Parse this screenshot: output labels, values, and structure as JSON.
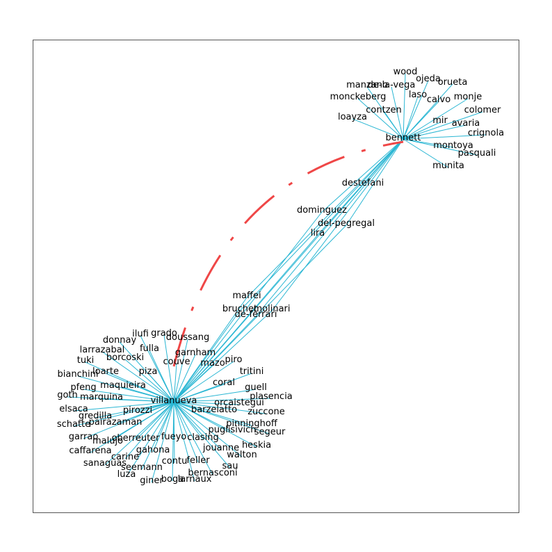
{
  "colors": {
    "edge": "#29b6d3",
    "highlight": "#ef4747",
    "frame": "#555555",
    "label": "#000000"
  },
  "hubs": [
    {
      "id": "villanueva",
      "label": "villanueva",
      "neighbors": [
        "bianchini",
        "goth",
        "elsaca",
        "schatte",
        "garrao",
        "caffarena",
        "sanaguas",
        "luza",
        "giner",
        "boga",
        "larnaux",
        "bernasconi",
        "sau",
        "walton",
        "heskia",
        "segeur",
        "zuccone",
        "plasencia",
        "guell",
        "tritini",
        "piro",
        "mazo",
        "garnham",
        "doussang",
        "grado",
        "ilufi",
        "donnay",
        "larrazabal",
        "tuki",
        "pfeng",
        "marquina",
        "gredilla",
        "pairazaman",
        "malujo",
        "carine",
        "seemann",
        "contu",
        "feller",
        "jouanne",
        "pinninghoff",
        "orcaistegui",
        "coral",
        "couve",
        "fulla",
        "borcoski",
        "loarte",
        "piza",
        "maquieira",
        "pirozzi",
        "oberreuter",
        "gahona",
        "fueyo",
        "clasing",
        "puglisivich",
        "barzelatto",
        "maffei",
        "bruchet",
        "de-ferrari",
        "molinari",
        "lira",
        "del-pegregal",
        "dominguez",
        "destefani"
      ]
    },
    {
      "id": "bennett",
      "label": "bennett",
      "neighbors": [
        "wood",
        "ojeda",
        "orueta",
        "manzano",
        "de-la-vega",
        "laso",
        "calvo",
        "monje",
        "monckeberg",
        "contzen",
        "colomer",
        "loayza",
        "mir",
        "avaria",
        "crignola",
        "montoya",
        "pasquali",
        "munita",
        "destefani",
        "dominguez",
        "del-pegregal",
        "lira",
        "maffei",
        "bruchet",
        "de-ferrari",
        "molinari"
      ]
    }
  ],
  "leaves": [
    {
      "id": "wood",
      "label": "wood"
    },
    {
      "id": "ojeda",
      "label": "ojeda"
    },
    {
      "id": "orueta",
      "label": "orueta"
    },
    {
      "id": "manzano",
      "label": "manzano"
    },
    {
      "id": "de-la-vega",
      "label": "de-la-vega"
    },
    {
      "id": "laso",
      "label": "laso"
    },
    {
      "id": "calvo",
      "label": "calvo"
    },
    {
      "id": "monje",
      "label": "monje"
    },
    {
      "id": "monckeberg",
      "label": "monckeberg"
    },
    {
      "id": "contzen",
      "label": "contzen"
    },
    {
      "id": "colomer",
      "label": "colomer"
    },
    {
      "id": "loayza",
      "label": "loayza"
    },
    {
      "id": "mir",
      "label": "mir"
    },
    {
      "id": "avaria",
      "label": "avaria"
    },
    {
      "id": "crignola",
      "label": "crignola"
    },
    {
      "id": "montoya",
      "label": "montoya"
    },
    {
      "id": "pasquali",
      "label": "pasquali"
    },
    {
      "id": "munita",
      "label": "munita"
    },
    {
      "id": "destefani",
      "label": "destefani"
    },
    {
      "id": "dominguez",
      "label": "dominguez"
    },
    {
      "id": "del-pegregal",
      "label": "del-pegregal"
    },
    {
      "id": "lira",
      "label": "lira"
    },
    {
      "id": "maffei",
      "label": "maffei"
    },
    {
      "id": "bruchet",
      "label": "bruchet"
    },
    {
      "id": "de-ferrari",
      "label": "de-ferrari"
    },
    {
      "id": "molinari",
      "label": "molinari"
    },
    {
      "id": "ilufi",
      "label": "ilufi"
    },
    {
      "id": "grado",
      "label": "grado"
    },
    {
      "id": "doussang",
      "label": "doussang"
    },
    {
      "id": "donnay",
      "label": "donnay"
    },
    {
      "id": "fulla",
      "label": "fulla"
    },
    {
      "id": "larrazabal",
      "label": "larrazabal"
    },
    {
      "id": "borcoski",
      "label": "borcoski"
    },
    {
      "id": "garnham",
      "label": "garnham"
    },
    {
      "id": "tuki",
      "label": "tuki"
    },
    {
      "id": "couve",
      "label": "couve"
    },
    {
      "id": "mazo",
      "label": "mazo"
    },
    {
      "id": "piro",
      "label": "piro"
    },
    {
      "id": "loarte",
      "label": "loarte"
    },
    {
      "id": "tritini",
      "label": "tritini"
    },
    {
      "id": "bianchini",
      "label": "bianchini"
    },
    {
      "id": "piza",
      "label": "piza"
    },
    {
      "id": "coral",
      "label": "coral"
    },
    {
      "id": "pfeng",
      "label": "pfeng"
    },
    {
      "id": "maquieira",
      "label": "maquieira"
    },
    {
      "id": "guell",
      "label": "guell"
    },
    {
      "id": "goth",
      "label": "goth"
    },
    {
      "id": "marquina",
      "label": "marquina"
    },
    {
      "id": "plasencia",
      "label": "plasencia"
    },
    {
      "id": "orcaistegui",
      "label": "orcaistegui"
    },
    {
      "id": "elsaca",
      "label": "elsaca"
    },
    {
      "id": "pirozzi",
      "label": "pirozzi"
    },
    {
      "id": "barzelatto",
      "label": "barzelatto"
    },
    {
      "id": "zuccone",
      "label": "zuccone"
    },
    {
      "id": "gredilla",
      "label": "gredilla"
    },
    {
      "id": "schatte",
      "label": "schatte"
    },
    {
      "id": "pairazaman",
      "label": "pairazaman"
    },
    {
      "id": "pinninghoff",
      "label": "pinninghoff"
    },
    {
      "id": "segeur",
      "label": "segeur"
    },
    {
      "id": "puglisivich",
      "label": "puglisivich"
    },
    {
      "id": "garrao",
      "label": "garrao"
    },
    {
      "id": "fueyo",
      "label": "fueyo"
    },
    {
      "id": "malujo",
      "label": "malujo"
    },
    {
      "id": "oberreuter",
      "label": "oberreuter"
    },
    {
      "id": "clasing",
      "label": "clasing"
    },
    {
      "id": "caffarena",
      "label": "caffarena"
    },
    {
      "id": "heskia",
      "label": "heskia"
    },
    {
      "id": "gahona",
      "label": "gahona"
    },
    {
      "id": "jouanne",
      "label": "jouanne"
    },
    {
      "id": "carine",
      "label": "carine"
    },
    {
      "id": "contu",
      "label": "contu"
    },
    {
      "id": "feller",
      "label": "feller"
    },
    {
      "id": "walton",
      "label": "walton"
    },
    {
      "id": "sanaguas",
      "label": "sanaguas"
    },
    {
      "id": "seemann",
      "label": "seemann"
    },
    {
      "id": "sau",
      "label": "sau"
    },
    {
      "id": "luza",
      "label": "luza"
    },
    {
      "id": "bernasconi",
      "label": "bernasconi"
    },
    {
      "id": "boga",
      "label": "boga"
    },
    {
      "id": "giner",
      "label": "giner"
    },
    {
      "id": "larnaux",
      "label": "larnaux"
    }
  ],
  "highlighted_edge": {
    "from": "villanueva",
    "to": "bennett",
    "style": "dash-dot",
    "color": "#ef4747"
  }
}
